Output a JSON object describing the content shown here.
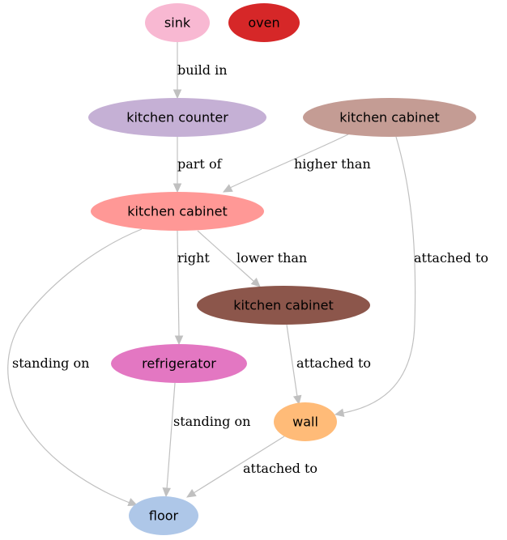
{
  "nodes": [
    {
      "id": "sink",
      "label": "sink",
      "color": "#f8b8d2",
      "text_color": "#000000"
    },
    {
      "id": "oven",
      "label": "oven",
      "color": "#d62728",
      "text_color": "#000000"
    },
    {
      "id": "counter",
      "label": "kitchen counter",
      "color": "#c5b0d5",
      "text_color": "#000000"
    },
    {
      "id": "cab_top",
      "label": "kitchen cabinet",
      "color": "#c49c94",
      "text_color": "#000000"
    },
    {
      "id": "cab_mid",
      "label": "kitchen cabinet",
      "color": "#ff9896",
      "text_color": "#000000"
    },
    {
      "id": "cab_low",
      "label": "kitchen cabinet",
      "color": "#8c564b",
      "text_color": "#000000"
    },
    {
      "id": "fridge",
      "label": "refrigerator",
      "color": "#e377c2",
      "text_color": "#000000"
    },
    {
      "id": "wall",
      "label": "wall",
      "color": "#ffbb78",
      "text_color": "#000000"
    },
    {
      "id": "floor",
      "label": "floor",
      "color": "#aec7e8",
      "text_color": "#000000"
    }
  ],
  "edges": [
    {
      "id": "sink-counter",
      "from": "sink",
      "to": "counter",
      "label": "build in"
    },
    {
      "id": "counter-cabmid",
      "from": "counter",
      "to": "cab_mid",
      "label": "part of"
    },
    {
      "id": "cabtop-cabmid",
      "from": "cab_top",
      "to": "cab_mid",
      "label": "higher than"
    },
    {
      "id": "cabtop-wall",
      "from": "cab_top",
      "to": "wall",
      "label": "attached to"
    },
    {
      "id": "cabmid-fridge",
      "from": "cab_mid",
      "to": "fridge",
      "label": "right"
    },
    {
      "id": "cabmid-cablow",
      "from": "cab_mid",
      "to": "cab_low",
      "label": "lower than"
    },
    {
      "id": "cabmid-floor",
      "from": "cab_mid",
      "to": "floor",
      "label": "standing on"
    },
    {
      "id": "cablow-wall",
      "from": "cab_low",
      "to": "wall",
      "label": "attached to"
    },
    {
      "id": "fridge-floor",
      "from": "fridge",
      "to": "floor",
      "label": "standing on"
    },
    {
      "id": "wall-floor",
      "from": "wall",
      "to": "floor",
      "label": "attached to"
    }
  ]
}
